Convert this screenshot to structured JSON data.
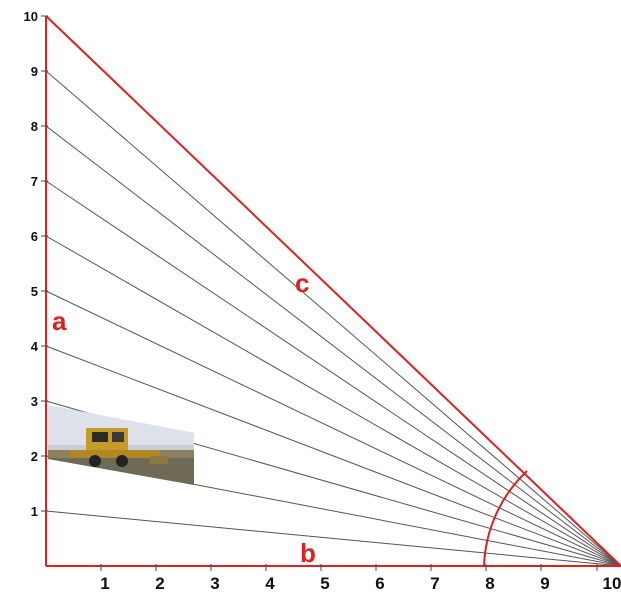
{
  "labels": {
    "a": "a",
    "b": "b",
    "c": "c"
  },
  "y_ticks": [
    "1",
    "2",
    "3",
    "4",
    "5",
    "6",
    "7",
    "8",
    "9",
    "10"
  ],
  "x_ticks": [
    "1",
    "2",
    "3",
    "4",
    "5",
    "6",
    "7",
    "8",
    "9",
    "10"
  ],
  "fan_lines_from": "10",
  "colors": {
    "triangle": "#e02020",
    "label": "#e02020",
    "fan": "#555555",
    "axis": "#444444",
    "arc": "#e02020"
  },
  "photo": {
    "subject": "combine-harvester-photo"
  }
}
